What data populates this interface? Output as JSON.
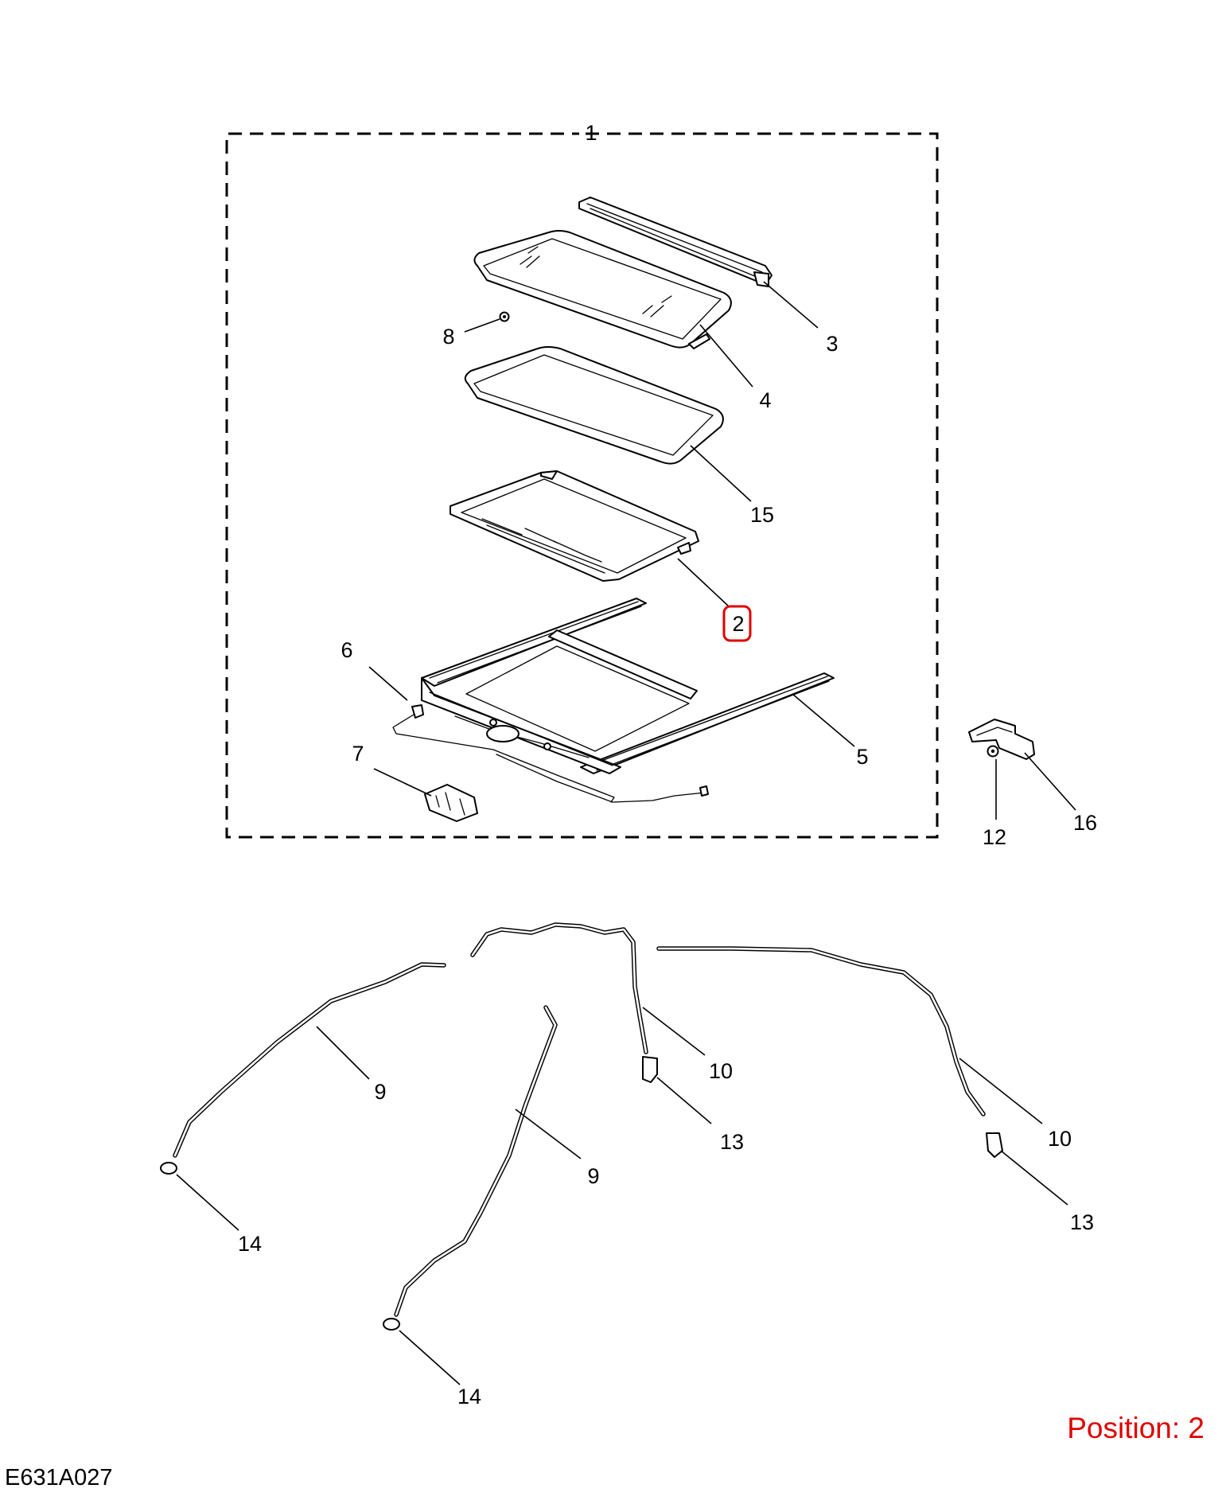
{
  "diagram": {
    "drawing_code": "E631A027",
    "position_text": "Position: 2",
    "highlight_color": "#e00000",
    "assembly_label": "1",
    "callouts": {
      "c1": "1",
      "c2": "2",
      "c3": "3",
      "c4": "4",
      "c5": "5",
      "c6": "6",
      "c7": "7",
      "c8": "8",
      "c9a": "9",
      "c9b": "9",
      "c10a": "10",
      "c10b": "10",
      "c12": "12",
      "c13a": "13",
      "c13b": "13",
      "c14a": "14",
      "c14b": "14",
      "c15": "15",
      "c16": "16"
    }
  }
}
